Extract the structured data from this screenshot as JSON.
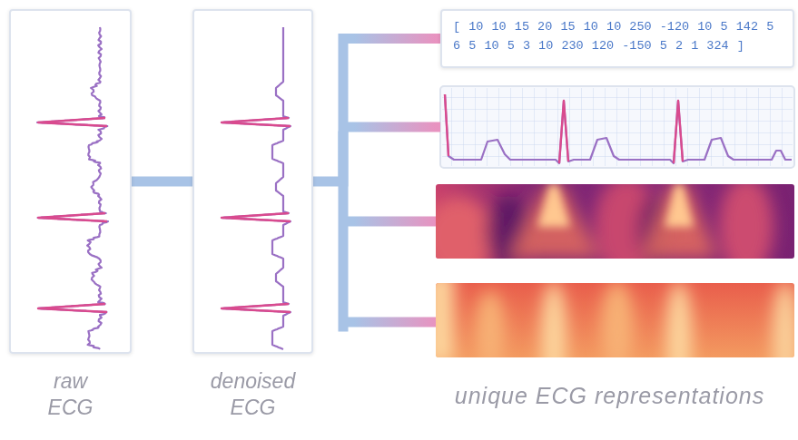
{
  "diagram": {
    "nodes": [
      {
        "text": [
          "raw ECG"
        ]
      },
      {
        "text": [
          "denoised ECG"
        ]
      },
      {
        "text": [
          "[ 10 10 15 20 15 10 10 250 -120 10 5 142 5 6 5 10 5 3 10 230 120 -150 5 2 1 324 ]"
        ]
      }
    ],
    "edges": [
      {
        "from": 0,
        "to": 1,
        "arrow": "none"
      },
      {
        "from": 1,
        "to": 2,
        "arrow": "none"
      }
    ],
    "labels": [
      "unique ECG representations"
    ]
  }
}
